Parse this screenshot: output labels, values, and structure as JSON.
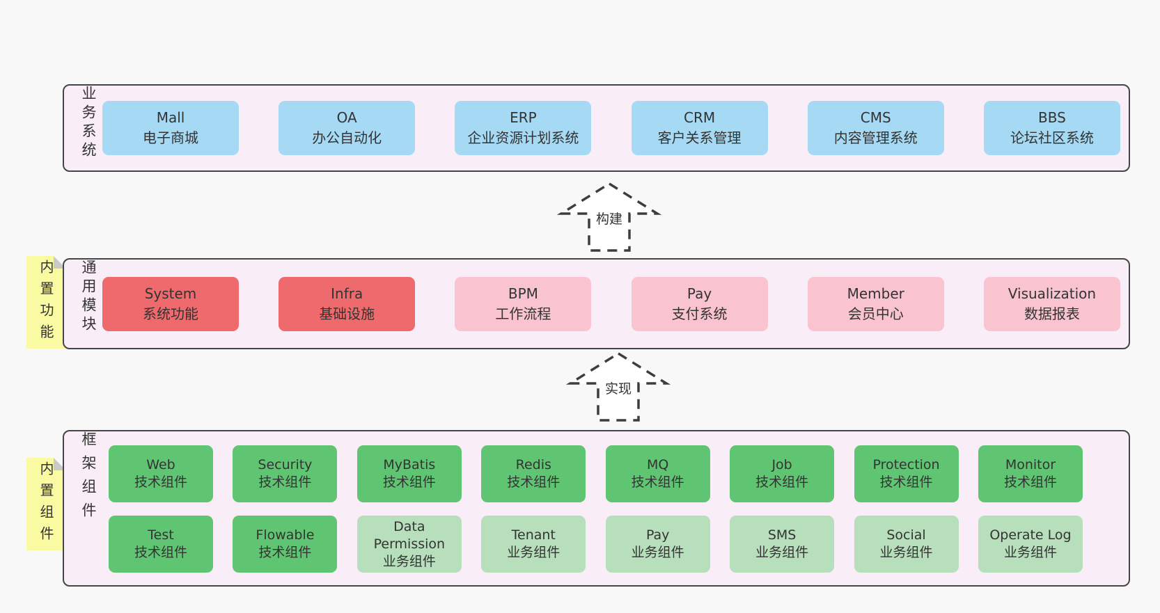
{
  "colors": {
    "page_bg": "#f8f8f8",
    "band_bg": "#f9edf7",
    "band_border": "#454545",
    "blue": "#a6d9f3",
    "red": "#ee6a6c",
    "pink": "#f9c4cf",
    "green": "#60c572",
    "light_green": "#b7dfbb",
    "sticky_bg": "#fafaa2",
    "sticky_fold": "#c9c9c9",
    "text": "#333333",
    "arrow": "#3d3d3d"
  },
  "bands": {
    "business": {
      "label": "业务系统",
      "boxes": [
        {
          "name": "Mall",
          "desc": "电子商城"
        },
        {
          "name": "OA",
          "desc": "办公自动化"
        },
        {
          "name": "ERP",
          "desc": "企业资源计划系统"
        },
        {
          "name": "CRM",
          "desc": "客户关系管理"
        },
        {
          "name": "CMS",
          "desc": "内容管理系统"
        },
        {
          "name": "BBS",
          "desc": "论坛社区系统"
        }
      ]
    },
    "modules": {
      "label": "通用模块",
      "sticky": "内置功能",
      "boxes": [
        {
          "name": "System",
          "desc": "系统功能"
        },
        {
          "name": "Infra",
          "desc": "基础设施"
        },
        {
          "name": "BPM",
          "desc": "工作流程"
        },
        {
          "name": "Pay",
          "desc": "支付系统"
        },
        {
          "name": "Member",
          "desc": "会员中心"
        },
        {
          "name": "Visualization",
          "desc": "数据报表"
        }
      ]
    },
    "framework": {
      "label": "框架组件",
      "sticky": "内置组件",
      "row1": [
        {
          "name": "Web",
          "desc": "技术组件"
        },
        {
          "name": "Security",
          "desc": "技术组件"
        },
        {
          "name": "MyBatis",
          "desc": "技术组件"
        },
        {
          "name": "Redis",
          "desc": "技术组件"
        },
        {
          "name": "MQ",
          "desc": "技术组件"
        },
        {
          "name": "Job",
          "desc": "技术组件"
        },
        {
          "name": "Protection",
          "desc": "技术组件"
        },
        {
          "name": "Monitor",
          "desc": "技术组件"
        }
      ],
      "row2": [
        {
          "name": "Test",
          "desc": "技术组件"
        },
        {
          "name": "Flowable",
          "desc": "技术组件"
        },
        {
          "name": "Data Permission",
          "desc": "业务组件"
        },
        {
          "name": "Tenant",
          "desc": "业务组件"
        },
        {
          "name": "Pay",
          "desc": "业务组件"
        },
        {
          "name": "SMS",
          "desc": "业务组件"
        },
        {
          "name": "Social",
          "desc": "业务组件"
        },
        {
          "name": "Operate Log",
          "desc": "业务组件"
        }
      ]
    }
  },
  "arrows": {
    "build": "构建",
    "implement": "实现"
  }
}
